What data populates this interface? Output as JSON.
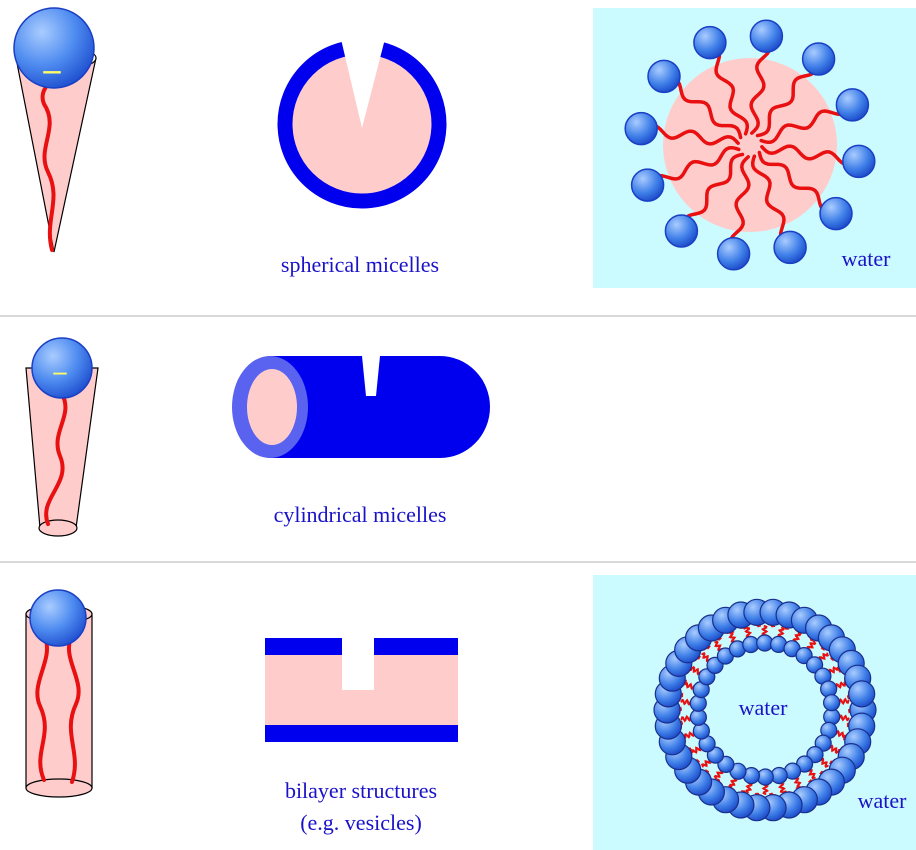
{
  "rows": [
    {
      "label": "spherical micelles",
      "head_charge": "–",
      "water_label": "water"
    },
    {
      "label": "cylindrical micelles",
      "head_charge": "–"
    },
    {
      "label_line1": "bilayer structures",
      "label_line2": "(e.g. vesicles)",
      "water_inner_label": "water",
      "water_outer_label": "water"
    }
  ],
  "colors": {
    "head": "#3f7fe8",
    "head_dark": "#1a3fc4",
    "tail": "#e81010",
    "core": "#ffcccc",
    "shell": "#0000ee",
    "water_bg": "#ccfbff",
    "label": "#1a12c8",
    "divider": "#d9d9d9"
  }
}
